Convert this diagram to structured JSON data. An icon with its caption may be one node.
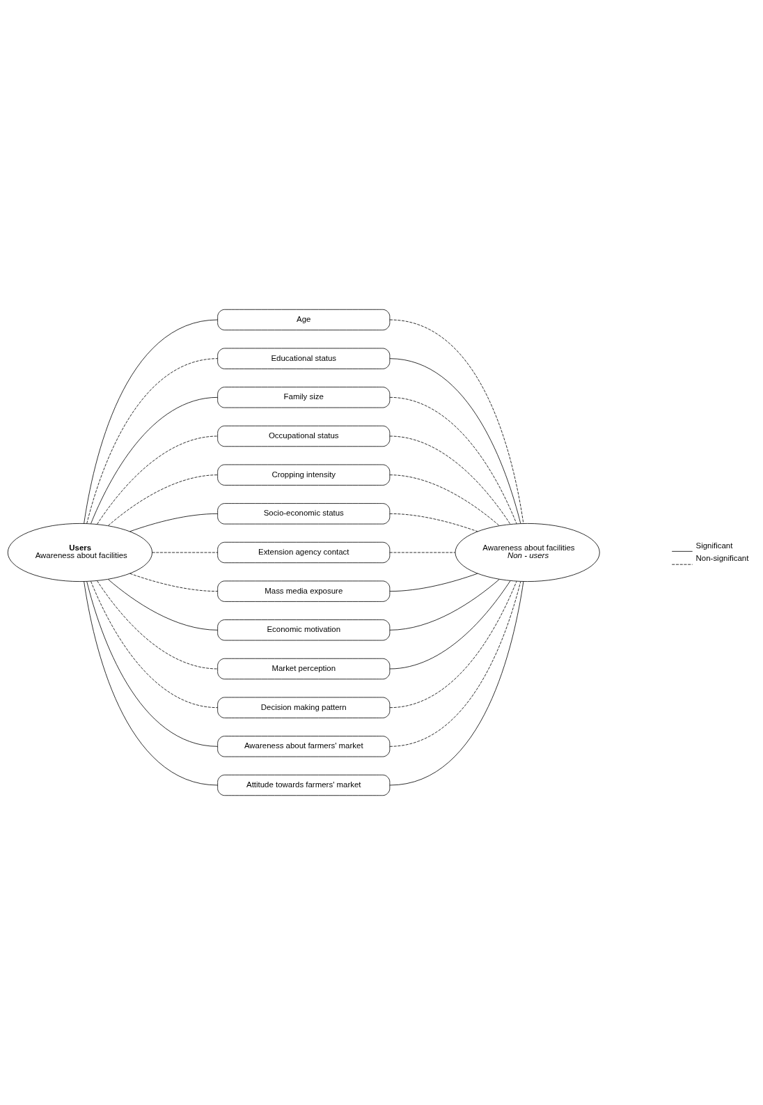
{
  "diagram": {
    "nodes": [
      {
        "text": [
          "Users",
          "Awareness about facilities"
        ]
      },
      {
        "text": [
          "Age"
        ]
      },
      {
        "text": [
          "Educational status"
        ]
      },
      {
        "text": [
          "Family size"
        ]
      },
      {
        "text": [
          "Occupational status"
        ]
      },
      {
        "text": [
          "Cropping intensity"
        ]
      },
      {
        "text": [
          "Socio-economic status"
        ]
      },
      {
        "text": [
          "Extension agency contact"
        ]
      },
      {
        "text": [
          "Mass media exposure"
        ]
      },
      {
        "text": [
          "Economic motivation"
        ]
      },
      {
        "text": [
          "Market perception"
        ]
      },
      {
        "text": [
          "Decision making pattern"
        ]
      },
      {
        "text": [
          "Awareness about farmers' market"
        ]
      },
      {
        "text": [
          "Attitude towards farmers' market"
        ]
      },
      {
        "text": [
          "Awareness about facilities",
          "Non - users"
        ]
      }
    ],
    "edges": [
      {
        "from": 0,
        "to": 1,
        "arrow": "none"
      },
      {
        "from": 0,
        "to": 2,
        "arrow": "none",
        "style": "dashed"
      },
      {
        "from": 0,
        "to": 3,
        "arrow": "none"
      },
      {
        "from": 0,
        "to": 4,
        "arrow": "none",
        "style": "dashed"
      },
      {
        "from": 0,
        "to": 5,
        "arrow": "none",
        "style": "dashed"
      },
      {
        "from": 0,
        "to": 6,
        "arrow": "none"
      },
      {
        "from": 0,
        "to": 7,
        "arrow": "none",
        "style": "dashed"
      },
      {
        "from": 0,
        "to": 8,
        "arrow": "none",
        "style": "dashed"
      },
      {
        "from": 0,
        "to": 9,
        "arrow": "none"
      },
      {
        "from": 0,
        "to": 10,
        "arrow": "none",
        "style": "dashed"
      },
      {
        "from": 0,
        "to": 11,
        "arrow": "none",
        "style": "dashed"
      },
      {
        "from": 0,
        "to": 12,
        "arrow": "none"
      },
      {
        "from": 0,
        "to": 13,
        "arrow": "none"
      },
      {
        "from": 1,
        "to": 14,
        "arrow": "none",
        "style": "dashed"
      },
      {
        "from": 2,
        "to": 14,
        "arrow": "none"
      },
      {
        "from": 3,
        "to": 14,
        "arrow": "none",
        "style": "dashed"
      },
      {
        "from": 4,
        "to": 14,
        "arrow": "none",
        "style": "dashed"
      },
      {
        "from": 5,
        "to": 14,
        "arrow": "none",
        "style": "dashed"
      },
      {
        "from": 6,
        "to": 14,
        "arrow": "none",
        "style": "dashed"
      },
      {
        "from": 7,
        "to": 14,
        "arrow": "none",
        "style": "dashed"
      },
      {
        "from": 8,
        "to": 14,
        "arrow": "none"
      },
      {
        "from": 9,
        "to": 14,
        "arrow": "none"
      },
      {
        "from": 10,
        "to": 14,
        "arrow": "none"
      },
      {
        "from": 11,
        "to": 14,
        "arrow": "none",
        "style": "dashed"
      },
      {
        "from": 12,
        "to": 14,
        "arrow": "none",
        "style": "dashed"
      },
      {
        "from": 13,
        "to": 14,
        "arrow": "none"
      }
    ],
    "legend": [
      {
        "text": "Significant"
      },
      {
        "text": "Non-significant"
      }
    ]
  }
}
